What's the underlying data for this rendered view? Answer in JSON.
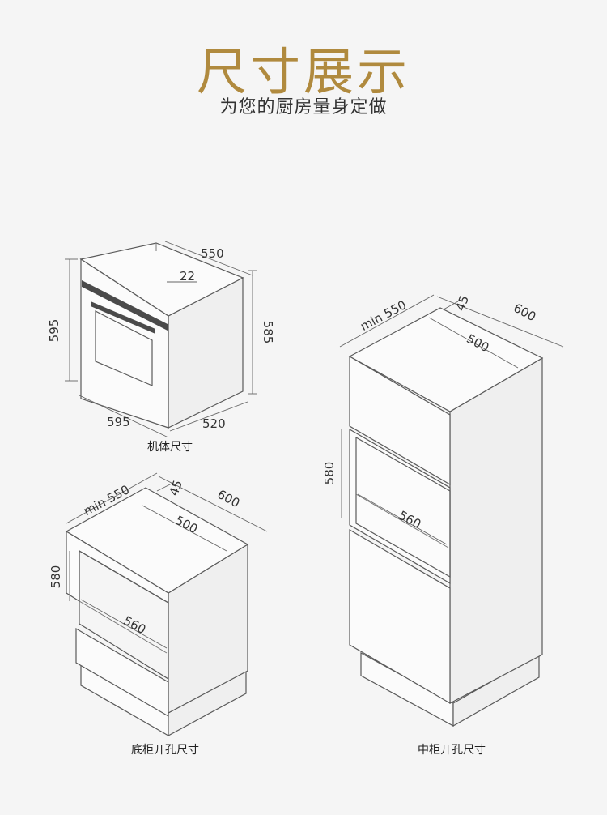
{
  "header": {
    "title": "尺寸展示",
    "subtitle": "为您的厨房量身定做"
  },
  "oven": {
    "caption": "机体尺寸",
    "dims": {
      "width_top": "550",
      "front_depth": "22",
      "height_left": "595",
      "height_right": "585",
      "width_bottom": "595",
      "depth_bottom": "520"
    }
  },
  "base_cabinet": {
    "caption": "底柜开孔尺寸",
    "dims": {
      "min_width": "min 550",
      "gap": "45",
      "depth": "600",
      "inner_depth": "500",
      "height": "580",
      "opening_width": "560"
    }
  },
  "tall_cabinet": {
    "caption": "中柜开孔尺寸",
    "dims": {
      "min_width": "min 550",
      "gap": "45",
      "depth": "600",
      "inner_depth": "500",
      "height": "580",
      "opening_width": "560"
    }
  }
}
